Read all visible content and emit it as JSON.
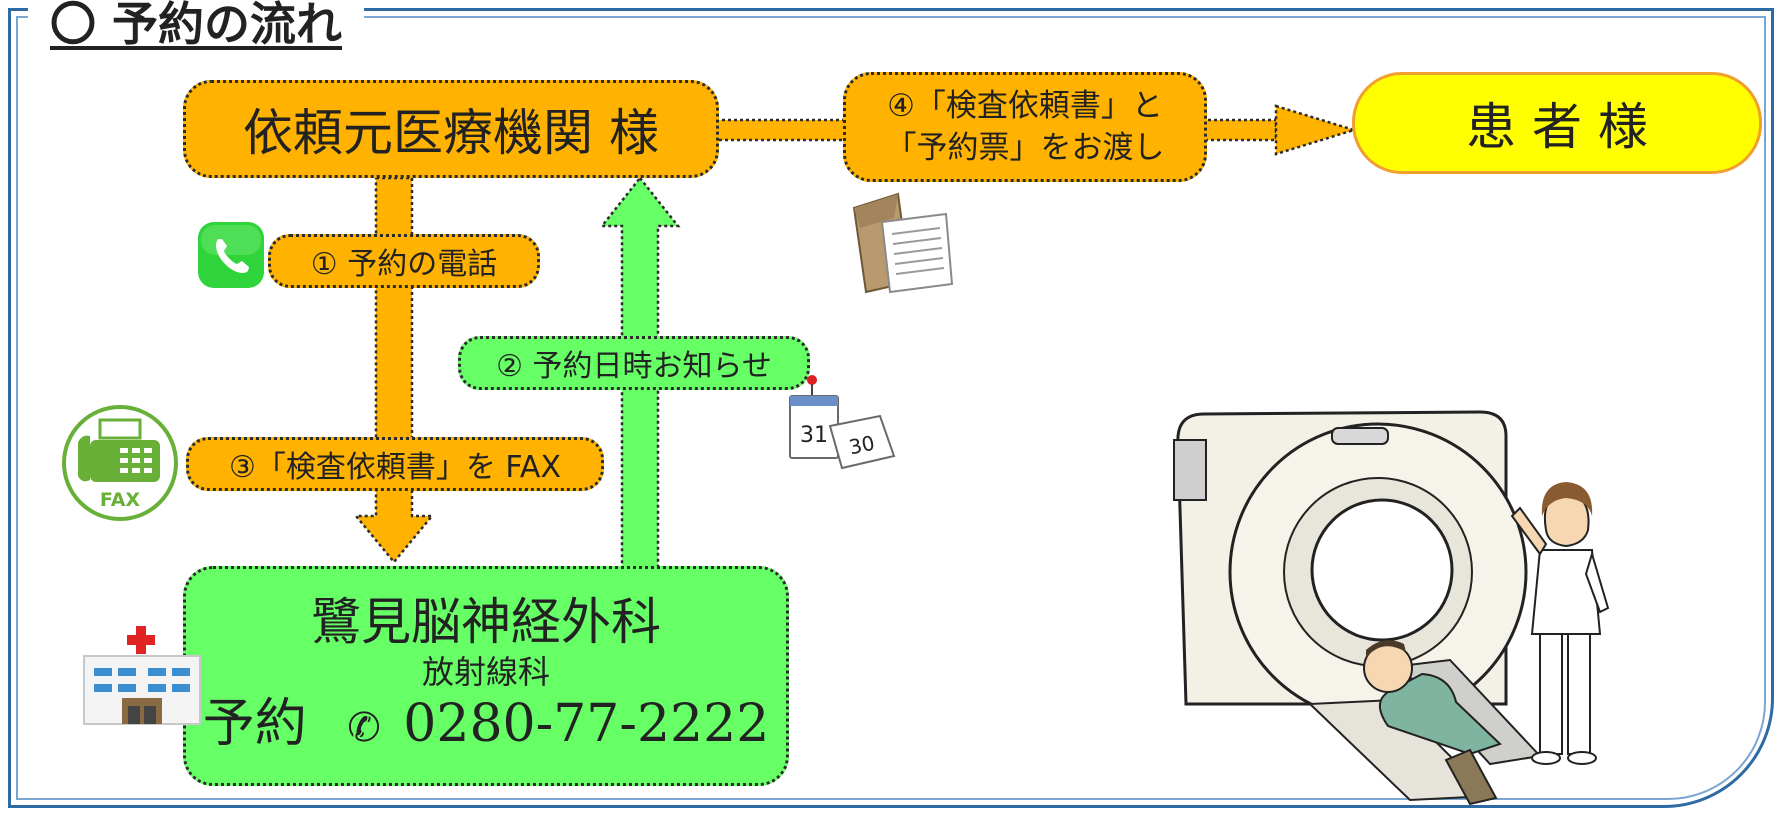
{
  "heading": "〇 予約の流れ",
  "nodes": {
    "referrer": "依頼元医療機関 様",
    "patient": "患 者 様",
    "hospital_name": "鷺見脳神経外科",
    "department": "放射線科",
    "reserve_label": "予約",
    "phone": "0280-77-2222"
  },
  "steps": {
    "step1": "① 予約の電話",
    "step2": "② 予約日時お知らせ",
    "step3": "③「検査依頼書」を FAX",
    "step4_line1": "④「検査依頼書」と",
    "step4_line2": "「予約票」をお渡し"
  },
  "icons": {
    "fax_text": "FAX",
    "calendar_day_1": "31",
    "calendar_day_2": "30"
  },
  "colors": {
    "orange": "#ffb300",
    "green": "#66ff66",
    "yellow": "#ffff00",
    "frame_blue": "#2e6aa4"
  }
}
